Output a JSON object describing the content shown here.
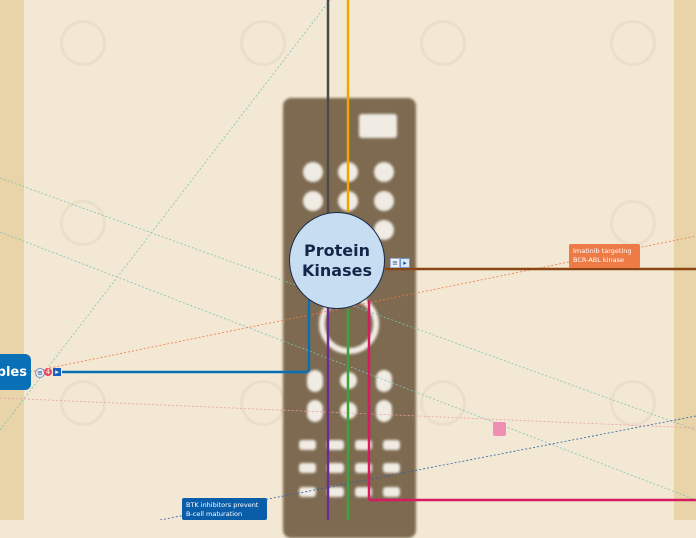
{
  "central_topic": {
    "line1": "Protein",
    "line2": "Kinases"
  },
  "topics": {
    "left_main": "ples",
    "orange": "Imatinib targeting BCR-ABL kinase",
    "blue": "BTK inhibitors prevent B-cell maturation"
  },
  "colors": {
    "central_fill": "#c7def2",
    "left_topic": "#0a70b5",
    "orange_topic": "#ee7a45",
    "blue_topic": "#0a5ea9",
    "pink_marker": "#ef8fb4",
    "line_orange": "#f0a500",
    "line_dark": "#4a4a4a",
    "line_purple": "#6a2c91",
    "line_green": "#3aa63a",
    "line_magenta": "#d81b60",
    "line_brown": "#8b4513",
    "line_blue": "#0a70b5"
  },
  "icons": [
    "notes-icon",
    "play-icon",
    "link-icon",
    "flag-icon"
  ]
}
